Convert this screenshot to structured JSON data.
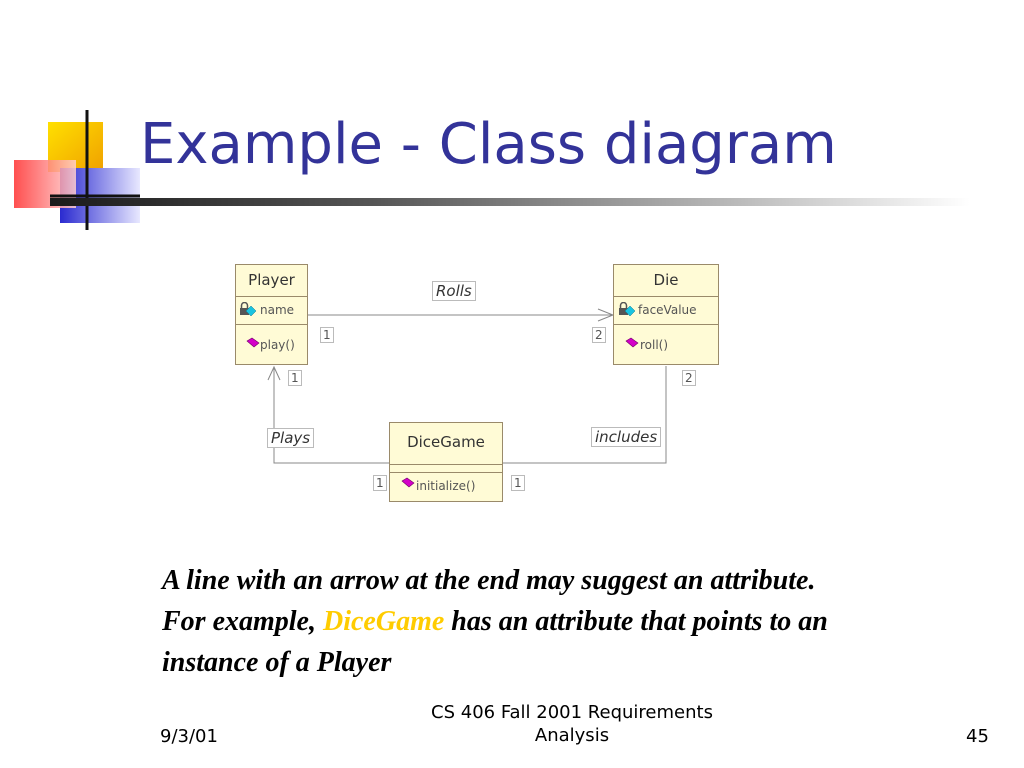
{
  "slide": {
    "title": "Example - Class diagram",
    "accent_color": "#333399",
    "highlight_color": "#ffcc00"
  },
  "diagram": {
    "classes": {
      "player": {
        "name": "Player",
        "attribute": "name",
        "operation": "play()"
      },
      "die": {
        "name": "Die",
        "attribute": "faceValue",
        "operation": "roll()"
      },
      "dicegame": {
        "name": "DiceGame",
        "operation": "initialize()"
      }
    },
    "associations": {
      "rolls": {
        "label": "Rolls",
        "mult_source": "1",
        "mult_target": "2"
      },
      "plays": {
        "label": "Plays",
        "mult_player": "1",
        "mult_dicegame": "1"
      },
      "includes": {
        "label": "includes",
        "mult_die": "2",
        "mult_dicegame": "1"
      }
    },
    "icons": [
      "lock-attribute-icon",
      "operation-icon"
    ]
  },
  "caption": {
    "line1": "A line with an arrow at the end may suggest an attribute.",
    "line2_prefix": "For example,",
    "line2_highlight": "DiceGame",
    "line2_suffix": "has an attribute that points to an",
    "line3": "instance of a Player"
  },
  "footer": {
    "date": "9/3/01",
    "course_line1": "CS 406 Fall 2001 Requirements",
    "course_line2": "Analysis",
    "page_number": "45"
  }
}
